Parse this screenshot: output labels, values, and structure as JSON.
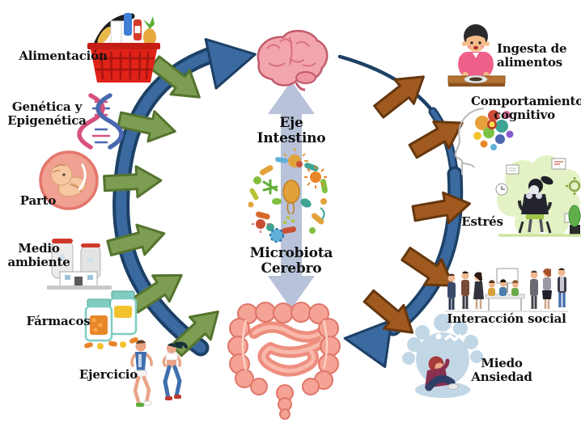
{
  "diagram": {
    "subject": "Eje intestino-cerebro / microbiota",
    "inputs": [
      {
        "label": "Alimentación",
        "icon": "food-basket-icon"
      },
      {
        "label": "Genética y Epigenética",
        "icon": "dna-icon"
      },
      {
        "label": "Parto",
        "icon": "fetus-icon"
      },
      {
        "label": "Medio ambiente",
        "icon": "factory-icon"
      },
      {
        "label": "Fármacos",
        "icon": "pill-bottles-icon"
      },
      {
        "label": "Ejercicio",
        "icon": "runners-icon"
      }
    ],
    "outputs": [
      {
        "label": "Ingesta de alimentos",
        "icon": "eating-child-icon"
      },
      {
        "label": "Comportamiento cognitivo",
        "icon": "cognitive-head-icon"
      },
      {
        "label": "Estrés",
        "icon": "stressed-person-icon"
      },
      {
        "label": "Interacción social",
        "icon": "social-group-icon"
      },
      {
        "label": "Miedo Ansiedad",
        "icon": "anxiety-person-icon"
      }
    ],
    "center": {
      "axis_top_label": "Eje Intestino",
      "axis_bottom_label": "Microbiota Cerebro",
      "top_icon": "brain-icon",
      "middle_icon": "microbiota-icon",
      "bottom_icon": "intestine-icon"
    },
    "colors": {
      "input_arrow": "#7d9d52",
      "input_arrow_border": "#55742f",
      "output_arrow": "#a05a1f",
      "output_arrow_border": "#66370e",
      "cycle_arrow": "#3a6aa0",
      "cycle_arrow_border": "#1d4066",
      "axis_arrow": "#b8c2d9",
      "label_text": "#111111"
    }
  }
}
